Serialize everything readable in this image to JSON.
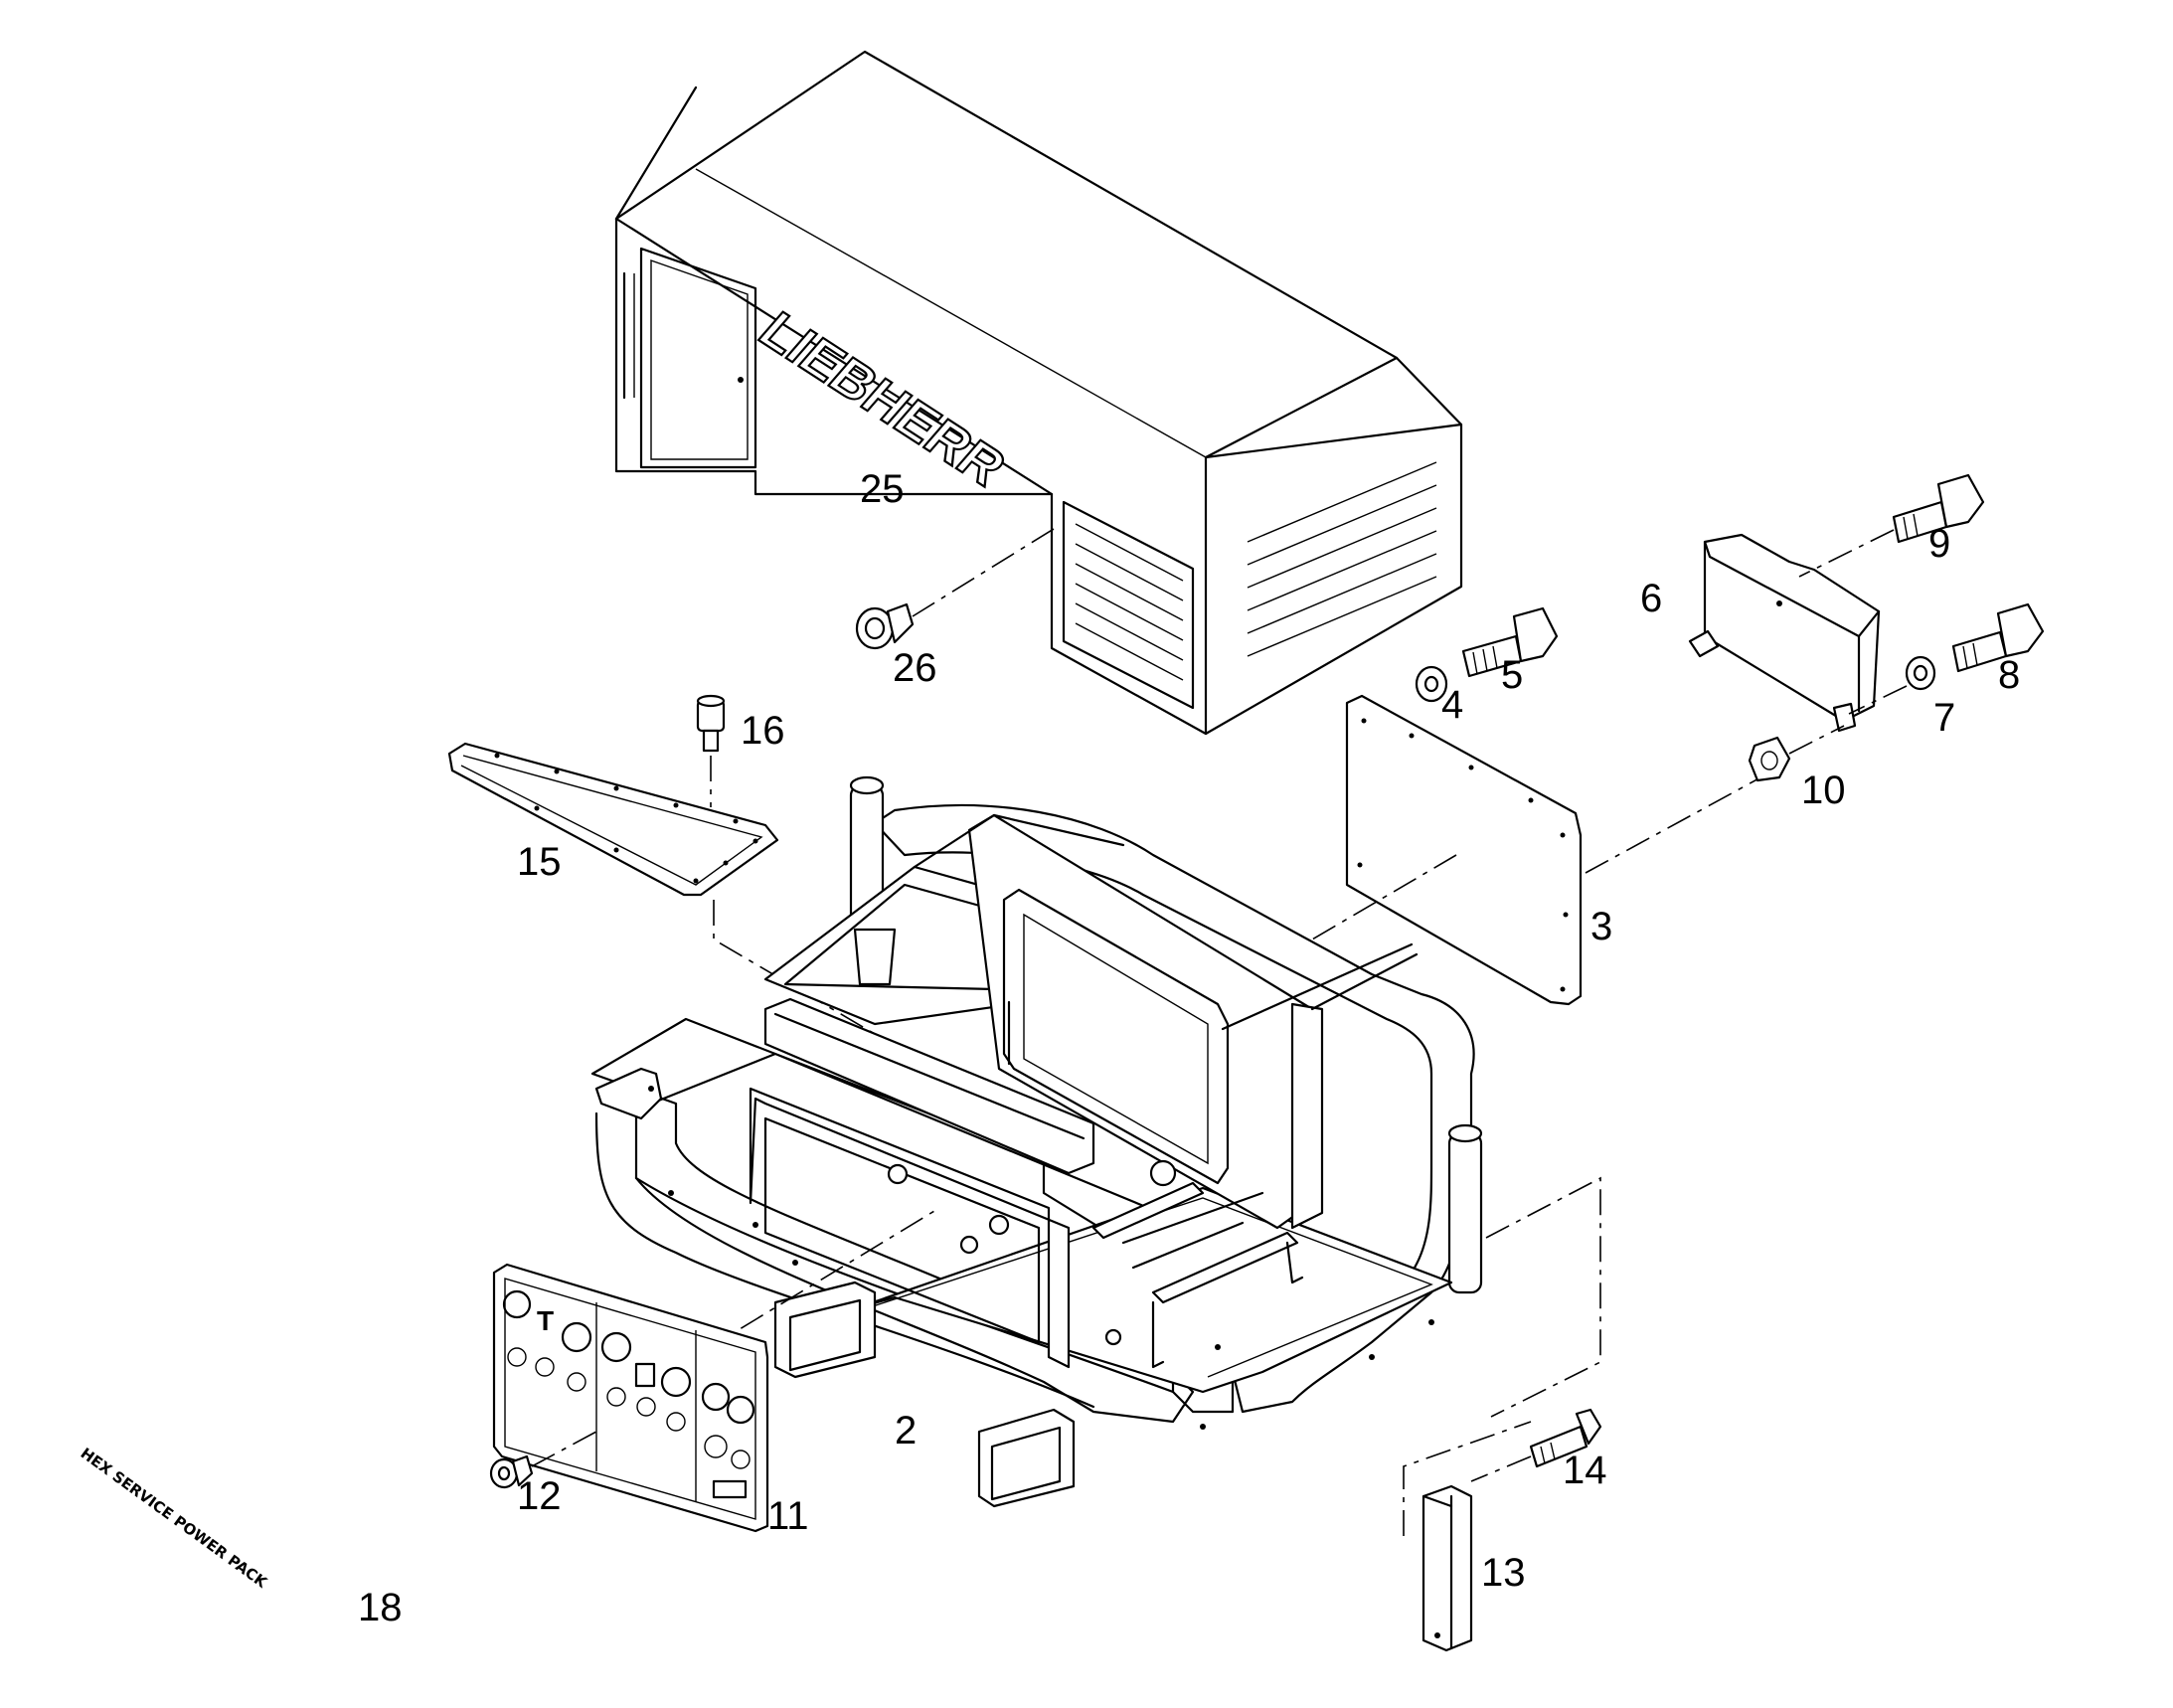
{
  "diagram": {
    "brand_logo": "LIEBHERR",
    "decal_text": "HEX SERVICE POWER PACK",
    "callouts": [
      "2",
      "3",
      "4",
      "5",
      "6",
      "7",
      "8",
      "9",
      "10",
      "11",
      "12",
      "13",
      "14",
      "15",
      "16",
      "18",
      "25",
      "26"
    ]
  }
}
